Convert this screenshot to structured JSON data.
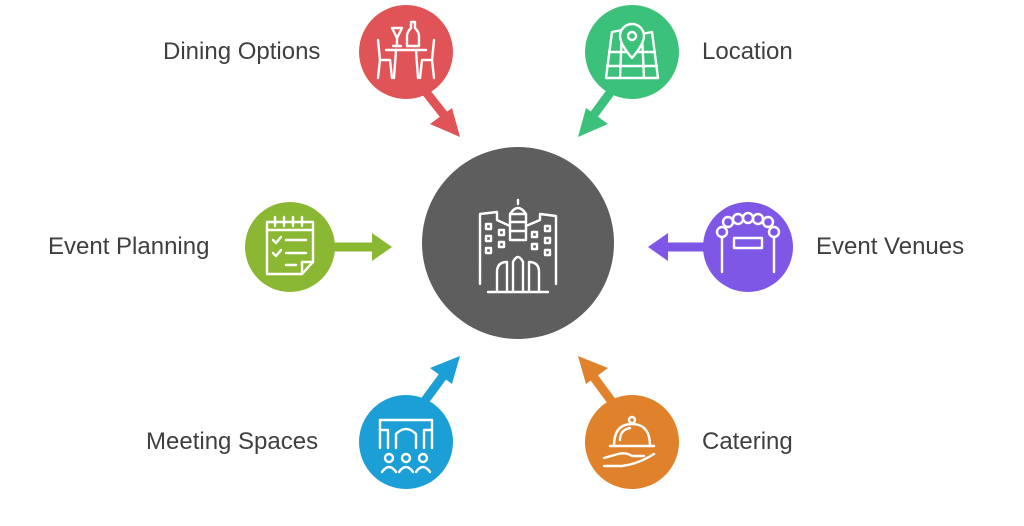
{
  "center": {
    "icon": "hotel-building-icon",
    "color": "#5e5e5e"
  },
  "nodes": [
    {
      "id": "dining",
      "label": "Dining Options",
      "icon": "dining-table-icon",
      "color": "#e05356"
    },
    {
      "id": "location",
      "label": "Location",
      "icon": "map-pin-icon",
      "color": "#3cc17a"
    },
    {
      "id": "event-planning",
      "label": "Event Planning",
      "icon": "checklist-icon",
      "color": "#8bb833"
    },
    {
      "id": "event-venues",
      "label": "Event Venues",
      "icon": "venue-arch-icon",
      "color": "#7e57e6"
    },
    {
      "id": "meeting-spaces",
      "label": "Meeting Spaces",
      "icon": "meeting-room-icon",
      "color": "#1b9fd6"
    },
    {
      "id": "catering",
      "label": "Catering",
      "icon": "cloche-icon",
      "color": "#e0812b"
    }
  ]
}
